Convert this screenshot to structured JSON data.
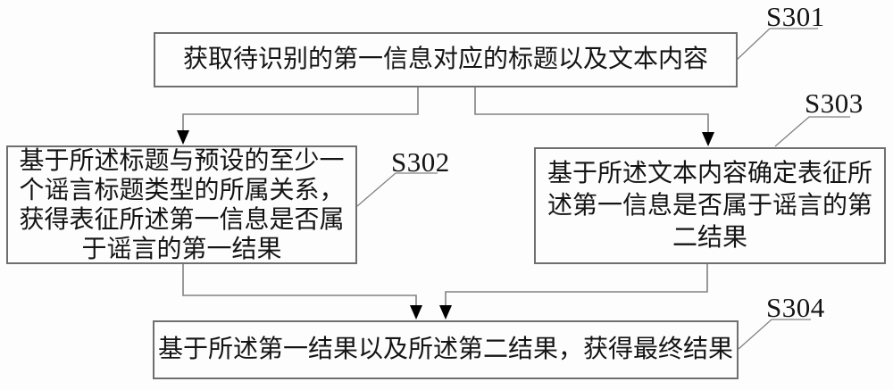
{
  "figure": {
    "type": "flowchart",
    "colors": {
      "background": "#fdfdfd",
      "box-border": "#6f6f6f",
      "line": "#828282",
      "arrow": "#000000",
      "text": "#141414"
    }
  },
  "steps": [
    {
      "label": "S301",
      "text": "获取待识别的第一信息对应的标题以及文本内容"
    },
    {
      "label": "S302",
      "text": "基于所述标题与预设的至少一\n个谣言标题类型的所属关系，\n获得表征所述第一信息是否属\n于谣言的第一结果"
    },
    {
      "label": "S303",
      "text": "基于所述文本内容确定表征所\n述第一信息是否属于谣言的第\n二结果"
    },
    {
      "label": "S304",
      "text": "基于所述第一结果以及所述第二结果，获得最终结果"
    }
  ]
}
